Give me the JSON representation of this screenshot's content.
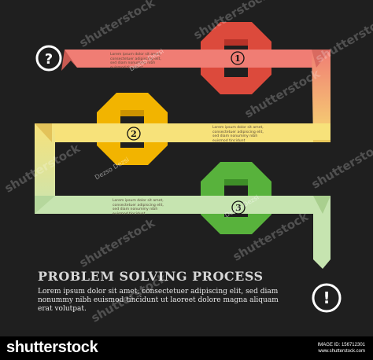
{
  "title": "PROBLEM SOLVING PROCESS",
  "body_text": "Lorem ipsum dolor sit amet, consectetuer adipiscing elit, sed diam nonummy nibh euismod tincidunt ut laoreet dolore magna aliquam erat volutpat.",
  "steps": [
    {
      "number": "1",
      "note": "Lorem ipsum dolor sit amet, consectetuer adipiscing elit, sed diam nonummy nibh euismod tincidunt",
      "color": "#d8463a"
    },
    {
      "number": "2",
      "note": "Lorem ipsum dolor sit amet, consectetuer adipiscing elit, sed diam nonummy nibh euismod tincidunt",
      "color": "#f2b400"
    },
    {
      "number": "3",
      "note": "Lorem ipsum dolor sit amet, consectetuer adipiscing elit, sed diam nonummy nibh euismod tincidunt",
      "color": "#58b23c"
    }
  ],
  "start_icon": {
    "name": "question-mark-icon",
    "glyph": "?"
  },
  "end_icon": {
    "name": "exclamation-mark-icon",
    "glyph": "!"
  },
  "colors": {
    "background": "#1f1f1f",
    "ribbon_red": "#f07d74",
    "ribbon_yellow": "#f7e27a",
    "ribbon_green": "#c6e4b0"
  },
  "watermarks": {
    "brand": "shutterstock",
    "artist": "Dezso Dezsi"
  },
  "footer": {
    "logo": "shutterstock",
    "image_id_label": "IMAGE ID: 156712301",
    "site": "www.shutterstock.com"
  }
}
